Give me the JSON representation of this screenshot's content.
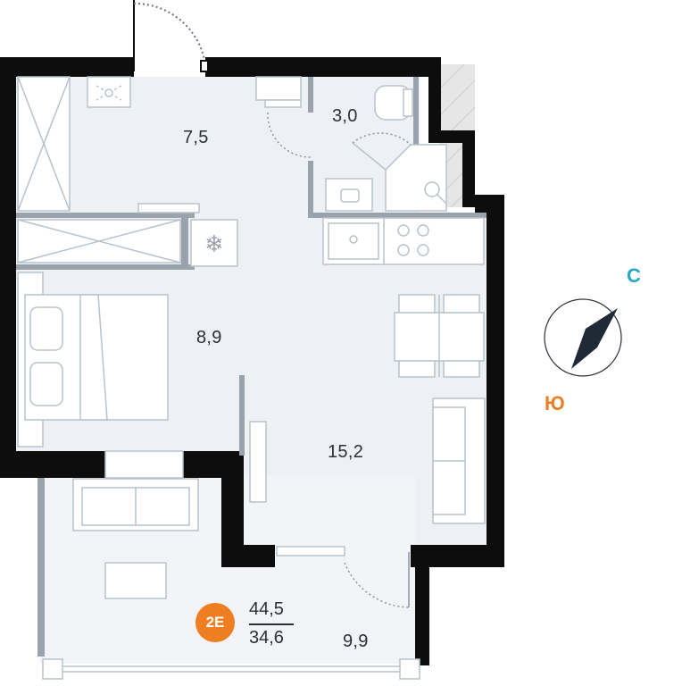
{
  "rooms": {
    "kitchen_niche": "7,5",
    "bathroom": "3,0",
    "bedroom": "8,9",
    "living": "15,2",
    "balcony": "9,9"
  },
  "apartment": {
    "type_badge": "2E",
    "total_area": "44,5",
    "living_area": "34,6"
  },
  "compass": {
    "north": "С",
    "south": "Ю",
    "north_color": "#2aa8c8",
    "south_color": "#ef7d22"
  },
  "colors": {
    "wall": "#0d0d0d",
    "floor": "#edf1f6",
    "furniture_stroke": "#b9c2cc"
  }
}
